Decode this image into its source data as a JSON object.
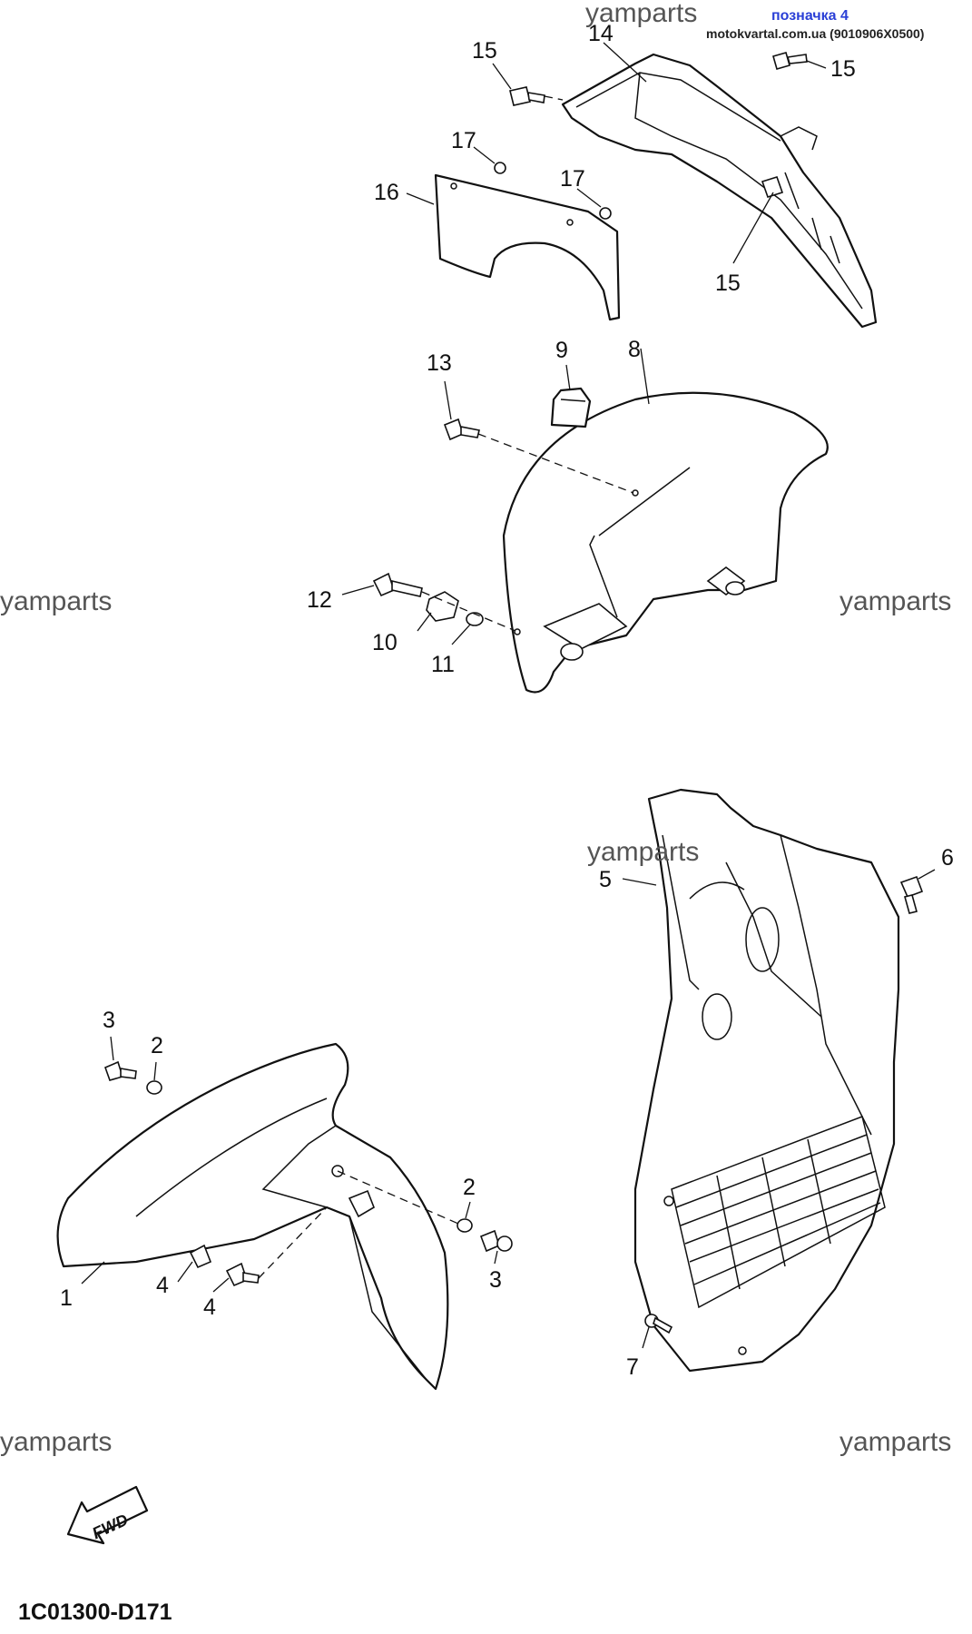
{
  "header": {
    "badge": "позначка 4",
    "badge_color": "#2a3fd6",
    "site": "motokvartal.com.ua (9010906X0500)"
  },
  "watermarks": [
    "yamparts",
    "yamparts",
    "yamparts",
    "yamparts",
    "yamparts",
    "yamparts"
  ],
  "callouts": [
    "1",
    "2",
    "2",
    "3",
    "3",
    "4",
    "4",
    "5",
    "6",
    "7",
    "8",
    "9",
    "10",
    "11",
    "12",
    "13",
    "14",
    "15",
    "15",
    "15",
    "16",
    "17",
    "17"
  ],
  "fwd_label": "FWD",
  "diagram_code": "1C01300-D171"
}
